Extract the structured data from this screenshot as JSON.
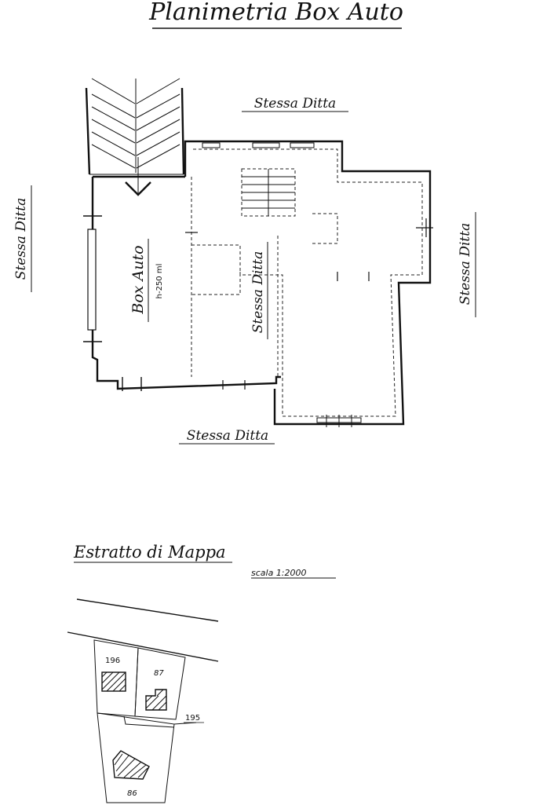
{
  "title": "Planimetria Box Auto",
  "floorplan": {
    "top_label": "Stessa Ditta",
    "left_label": "Stessa Ditta",
    "right_label": "Stessa Ditta",
    "bottom_label": "Stessa Ditta",
    "inner_label": "Stessa Ditta",
    "room_label": "Box Auto",
    "room_height": "h-250 ml"
  },
  "map_extract": {
    "title": "Estratto di Mappa",
    "scale": "scala 1:2000",
    "parcels": [
      "196",
      "87",
      "195",
      "86"
    ]
  }
}
